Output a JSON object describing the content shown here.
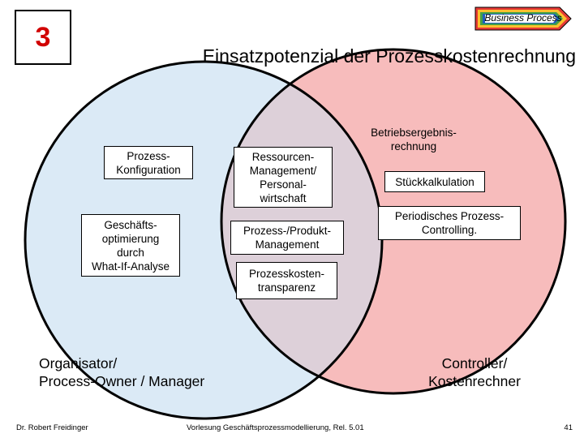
{
  "slide": {
    "number": "3",
    "badge": "Business Process",
    "title": "Einsatzpotenzial der Prozesskostenrechnung"
  },
  "colors": {
    "left_circle": "#dbeaf6",
    "right_circle": "#f7bcbc",
    "overlap": "#ddd0d9",
    "slide_number": "#d10000"
  },
  "venn": {
    "left_items": [
      "Prozess-\nKonfiguration",
      "Geschäfts-\noptimierung\ndurch\nWhat-If-Analyse"
    ],
    "center_items": [
      "Ressourcen-\nManagement/\nPersonal-\nwirtschaft",
      "Prozess-/Produkt-\nManagement",
      "Prozesskosten-\ntransparenz"
    ],
    "right_items": [
      "Betriebsergebnis-\nrechnung",
      "Stückkalkulation",
      "Periodisches Prozess-\nControlling."
    ],
    "left_role": "Organisator/\nProcess-Owner / Manager",
    "right_role": "Controller/\nKostenrechner"
  },
  "footer": {
    "author": "Dr. Robert Freidinger",
    "lecture": "Vorlesung Geschäftsprozessmodellierung, Rel. 5.01",
    "page": "41"
  }
}
